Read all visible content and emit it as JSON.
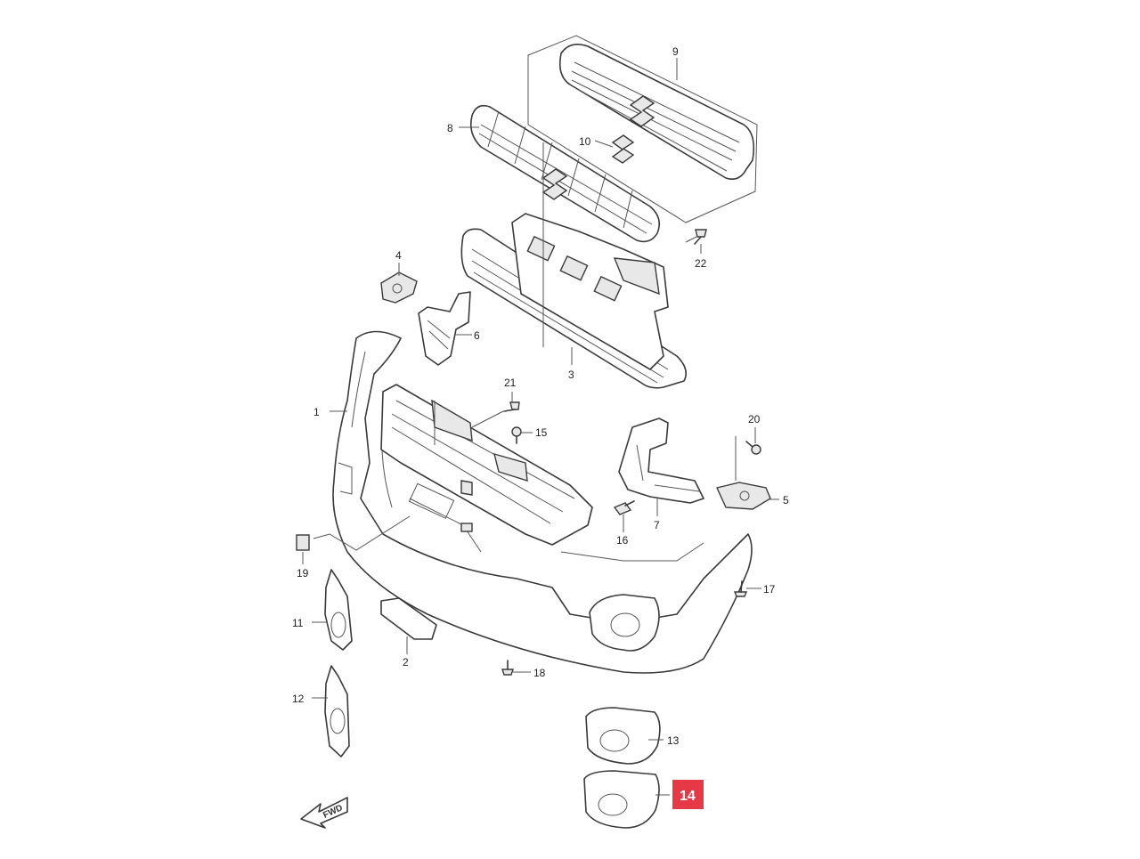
{
  "callouts": [
    {
      "id": "1",
      "text": "1"
    },
    {
      "id": "2",
      "text": "2"
    },
    {
      "id": "3",
      "text": "3"
    },
    {
      "id": "4",
      "text": "4"
    },
    {
      "id": "5",
      "text": "5"
    },
    {
      "id": "6",
      "text": "6"
    },
    {
      "id": "7",
      "text": "7"
    },
    {
      "id": "8",
      "text": "8"
    },
    {
      "id": "9",
      "text": "9"
    },
    {
      "id": "10",
      "text": "10"
    },
    {
      "id": "11",
      "text": "11"
    },
    {
      "id": "12",
      "text": "12"
    },
    {
      "id": "13",
      "text": "13"
    },
    {
      "id": "14",
      "text": "14"
    },
    {
      "id": "15",
      "text": "15"
    },
    {
      "id": "16",
      "text": "16"
    },
    {
      "id": "17",
      "text": "17"
    },
    {
      "id": "18",
      "text": "18"
    },
    {
      "id": "19",
      "text": "19"
    },
    {
      "id": "20",
      "text": "20"
    },
    {
      "id": "21",
      "text": "21"
    },
    {
      "id": "22",
      "text": "22"
    }
  ],
  "highlighted_part": "14",
  "direction_label": "FWD",
  "colors": {
    "highlight": "#e63946",
    "line": "#3a3a3a"
  }
}
